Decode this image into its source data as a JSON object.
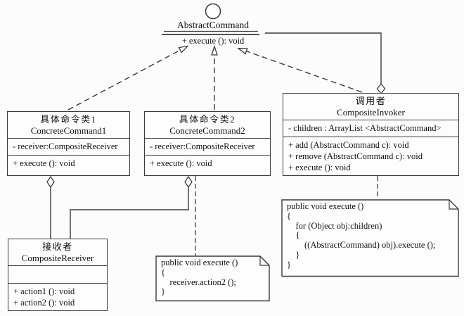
{
  "interface": {
    "name": "AbstractCommand",
    "method": "+ execute (): void"
  },
  "classes": {
    "concrete1": {
      "title_cn": "具体命令类1",
      "title_en": "ConcreteCommand1",
      "attribute": "- receiver:CompositeReceiver",
      "method": "+ execute (): void"
    },
    "concrete2": {
      "title_cn": "具体命令类2",
      "title_en": "ConcreteCommand2",
      "attribute": "- receiver:CompositeReceiver",
      "method": "+ execute (): void"
    },
    "invoker": {
      "title_cn": "调用者",
      "title_en": "CompositeInvoker",
      "attribute": "- children : ArrayList <AbstractCommand>",
      "methods": [
        "+ add (AbstractCommand c): void",
        "+ remove (AbstractCommand c): void",
        "+ execute (): void"
      ]
    },
    "receiver": {
      "title_cn": "接收者",
      "title_en": "CompositeReceiver",
      "methods": [
        "+ action1 (): void",
        "+ action2 (): void"
      ]
    }
  },
  "notes": {
    "receiver_note": {
      "code": "public void execute ()\n{\n    receiver.action2 ();\n}"
    },
    "invoker_note": {
      "code": "public void execute ()\n{\n    for (Object obj:children)\n    {\n        ((AbstractCommand) obj).execute ();\n    }\n}"
    }
  },
  "icons": {
    "interface_lollipop": "circle"
  },
  "colors": {
    "line": "#3a3a3a",
    "background": "#fcfcfc",
    "text": "#111111"
  }
}
